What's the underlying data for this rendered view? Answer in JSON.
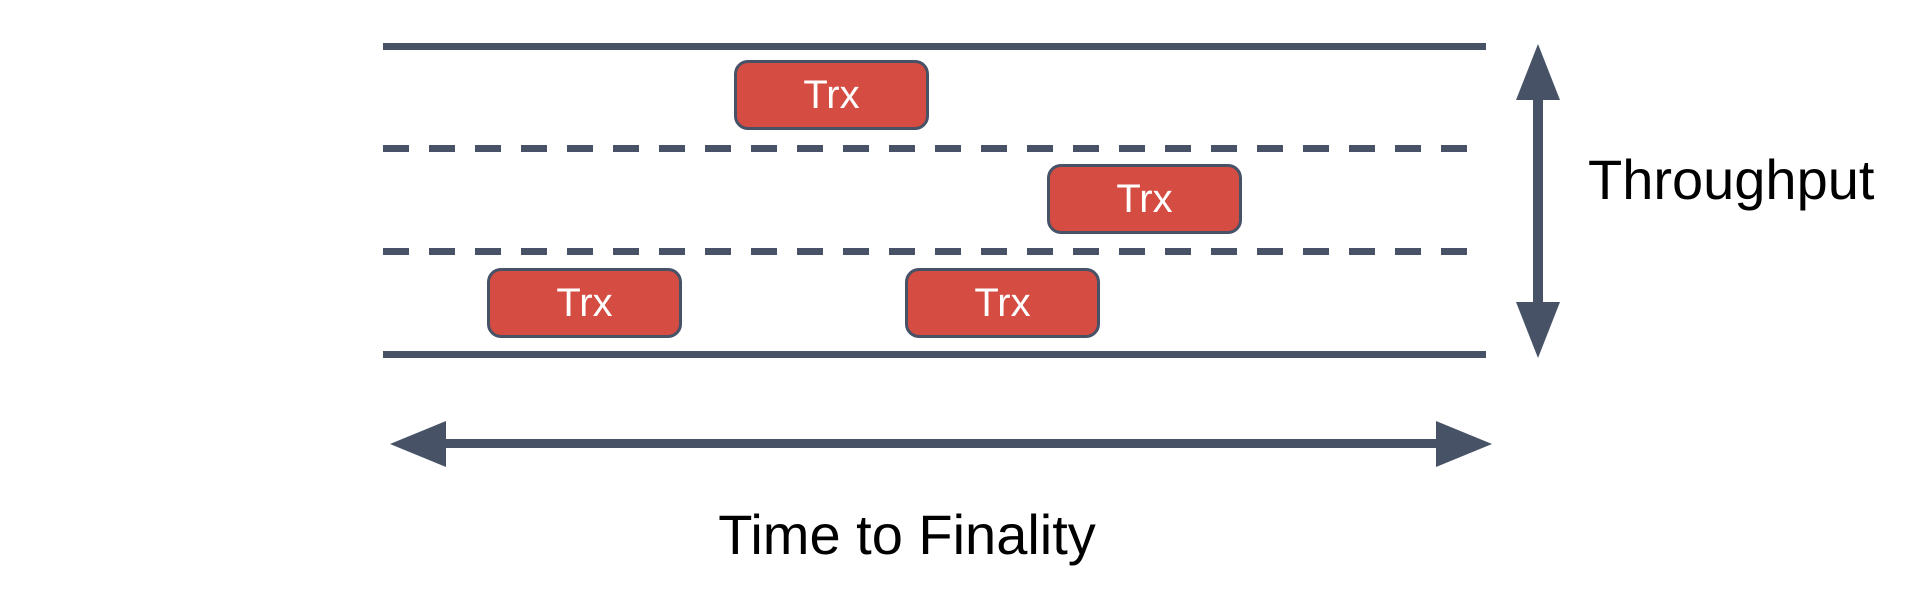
{
  "diagram": {
    "labels": {
      "throughput": "Throughput",
      "time_to_finality": "Time to Finality"
    },
    "boxes": [
      {
        "label": "Trx",
        "lane": 1
      },
      {
        "label": "Trx",
        "lane": 2
      },
      {
        "label": "Trx",
        "lane": 3
      },
      {
        "label": "Trx",
        "lane": 3
      }
    ],
    "road": {
      "lane_count": 3,
      "boundary_style": "solid",
      "divider_style": "dashed"
    },
    "icons": {
      "vertical_axis": "double-headed-arrow-vertical",
      "horizontal_axis": "double-headed-arrow-horizontal"
    },
    "colors": {
      "stroke": "#475266",
      "box_fill": "#d54c42",
      "box_border": "#475266",
      "box_text": "#ffffff",
      "label_text": "#000000",
      "background": "#ffffff"
    }
  }
}
